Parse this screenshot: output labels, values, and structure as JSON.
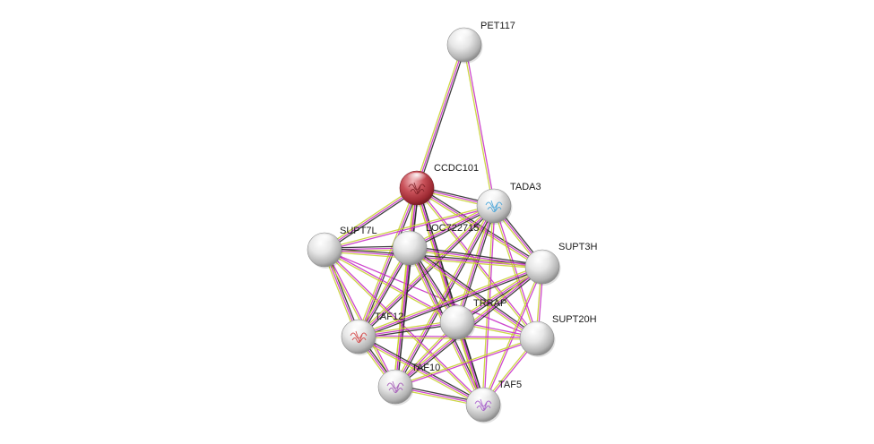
{
  "network": {
    "colors": {
      "node_gray": "#d9d9d9",
      "node_query": "#c0444c",
      "edge_black": "#2b2b2b",
      "edge_magenta": "#c832c8",
      "edge_yellow": "#c8d232",
      "label": "#1a1a1a"
    },
    "nodes": [
      {
        "id": "PET117",
        "label": "PET117",
        "style": "plain"
      },
      {
        "id": "CCDC101",
        "label": "CCDC101",
        "style": "query",
        "icon": "protein-structure-icon"
      },
      {
        "id": "TADA3",
        "label": "TADA3",
        "style": "plain",
        "icon": "protein-structure-icon"
      },
      {
        "id": "SUPT7L",
        "label": "SUPT7L",
        "style": "plain"
      },
      {
        "id": "LOC722715",
        "label": "LOC722715",
        "style": "plain"
      },
      {
        "id": "SUPT3H",
        "label": "SUPT3H",
        "style": "plain"
      },
      {
        "id": "TRRAP",
        "label": "TRRAP",
        "style": "plain"
      },
      {
        "id": "TAF12",
        "label": "TAF12",
        "style": "plain",
        "icon": "protein-structure-icon"
      },
      {
        "id": "SUPT20H",
        "label": "SUPT20H",
        "style": "plain"
      },
      {
        "id": "TAF10",
        "label": "TAF10",
        "style": "plain",
        "icon": "protein-structure-icon"
      },
      {
        "id": "TAF5",
        "label": "TAF5",
        "style": "plain",
        "icon": "protein-structure-icon"
      }
    ],
    "edges": [
      {
        "source": "PET117",
        "target": "CCDC101",
        "types": [
          "black",
          "magenta",
          "yellow"
        ]
      },
      {
        "source": "PET117",
        "target": "TADA3",
        "types": [
          "magenta",
          "yellow"
        ]
      },
      {
        "source": "CCDC101",
        "target": "TADA3",
        "types": [
          "black",
          "magenta",
          "yellow"
        ]
      },
      {
        "source": "CCDC101",
        "target": "SUPT7L",
        "types": [
          "black",
          "magenta",
          "yellow"
        ]
      },
      {
        "source": "CCDC101",
        "target": "LOC722715",
        "types": [
          "black",
          "magenta",
          "yellow"
        ]
      },
      {
        "source": "CCDC101",
        "target": "SUPT3H",
        "types": [
          "black",
          "magenta",
          "yellow"
        ]
      },
      {
        "source": "CCDC101",
        "target": "TRRAP",
        "types": [
          "black",
          "magenta",
          "yellow"
        ]
      },
      {
        "source": "CCDC101",
        "target": "TAF12",
        "types": [
          "black",
          "magenta",
          "yellow"
        ]
      },
      {
        "source": "CCDC101",
        "target": "SUPT20H",
        "types": [
          "magenta",
          "yellow"
        ]
      },
      {
        "source": "CCDC101",
        "target": "TAF10",
        "types": [
          "black",
          "magenta",
          "yellow"
        ]
      },
      {
        "source": "CCDC101",
        "target": "TAF5",
        "types": [
          "black",
          "magenta",
          "yellow"
        ]
      },
      {
        "source": "TADA3",
        "target": "SUPT7L",
        "types": [
          "magenta",
          "yellow"
        ]
      },
      {
        "source": "TADA3",
        "target": "LOC722715",
        "types": [
          "black",
          "magenta",
          "yellow"
        ]
      },
      {
        "source": "TADA3",
        "target": "SUPT3H",
        "types": [
          "black",
          "magenta",
          "yellow"
        ]
      },
      {
        "source": "TADA3",
        "target": "TRRAP",
        "types": [
          "black",
          "magenta",
          "yellow"
        ]
      },
      {
        "source": "TADA3",
        "target": "TAF12",
        "types": [
          "black",
          "magenta",
          "yellow"
        ]
      },
      {
        "source": "TADA3",
        "target": "SUPT20H",
        "types": [
          "magenta",
          "yellow"
        ]
      },
      {
        "source": "TADA3",
        "target": "TAF10",
        "types": [
          "black",
          "magenta",
          "yellow"
        ]
      },
      {
        "source": "TADA3",
        "target": "TAF5",
        "types": [
          "magenta",
          "yellow"
        ]
      },
      {
        "source": "SUPT7L",
        "target": "LOC722715",
        "types": [
          "black",
          "magenta",
          "yellow"
        ]
      },
      {
        "source": "SUPT7L",
        "target": "SUPT3H",
        "types": [
          "black",
          "magenta",
          "yellow"
        ]
      },
      {
        "source": "SUPT7L",
        "target": "TRRAP",
        "types": [
          "magenta",
          "yellow"
        ]
      },
      {
        "source": "SUPT7L",
        "target": "TAF12",
        "types": [
          "black",
          "magenta",
          "yellow"
        ]
      },
      {
        "source": "SUPT7L",
        "target": "TAF10",
        "types": [
          "magenta",
          "yellow"
        ]
      },
      {
        "source": "SUPT7L",
        "target": "TAF5",
        "types": [
          "magenta",
          "yellow"
        ]
      },
      {
        "source": "SUPT7L",
        "target": "SUPT20H",
        "types": [
          "magenta"
        ]
      },
      {
        "source": "LOC722715",
        "target": "SUPT3H",
        "types": [
          "black",
          "magenta",
          "yellow"
        ]
      },
      {
        "source": "LOC722715",
        "target": "TRRAP",
        "types": [
          "black",
          "magenta",
          "yellow"
        ]
      },
      {
        "source": "LOC722715",
        "target": "TAF12",
        "types": [
          "black",
          "magenta",
          "yellow"
        ]
      },
      {
        "source": "LOC722715",
        "target": "SUPT20H",
        "types": [
          "black",
          "magenta",
          "yellow"
        ]
      },
      {
        "source": "LOC722715",
        "target": "TAF10",
        "types": [
          "black",
          "magenta",
          "yellow"
        ]
      },
      {
        "source": "LOC722715",
        "target": "TAF5",
        "types": [
          "black",
          "magenta",
          "yellow"
        ]
      },
      {
        "source": "SUPT3H",
        "target": "TRRAP",
        "types": [
          "black",
          "magenta",
          "yellow"
        ]
      },
      {
        "source": "SUPT3H",
        "target": "TAF12",
        "types": [
          "black",
          "magenta",
          "yellow"
        ]
      },
      {
        "source": "SUPT3H",
        "target": "SUPT20H",
        "types": [
          "magenta",
          "yellow"
        ]
      },
      {
        "source": "SUPT3H",
        "target": "TAF10",
        "types": [
          "black",
          "magenta",
          "yellow"
        ]
      },
      {
        "source": "SUPT3H",
        "target": "TAF5",
        "types": [
          "magenta",
          "yellow"
        ]
      },
      {
        "source": "TRRAP",
        "target": "TAF12",
        "types": [
          "black",
          "magenta",
          "yellow"
        ]
      },
      {
        "source": "TRRAP",
        "target": "SUPT20H",
        "types": [
          "magenta",
          "yellow"
        ]
      },
      {
        "source": "TRRAP",
        "target": "TAF10",
        "types": [
          "magenta",
          "yellow"
        ]
      },
      {
        "source": "TRRAP",
        "target": "TAF5",
        "types": [
          "black",
          "magenta",
          "yellow"
        ]
      },
      {
        "source": "TAF12",
        "target": "SUPT20H",
        "types": [
          "magenta",
          "yellow"
        ]
      },
      {
        "source": "TAF12",
        "target": "TAF10",
        "types": [
          "black",
          "magenta",
          "yellow"
        ]
      },
      {
        "source": "TAF12",
        "target": "TAF5",
        "types": [
          "black",
          "magenta",
          "yellow"
        ]
      },
      {
        "source": "SUPT20H",
        "target": "TAF10",
        "types": [
          "magenta",
          "yellow"
        ]
      },
      {
        "source": "SUPT20H",
        "target": "TAF5",
        "types": [
          "magenta",
          "yellow"
        ]
      },
      {
        "source": "TAF10",
        "target": "TAF5",
        "types": [
          "black",
          "magenta",
          "yellow"
        ]
      }
    ]
  }
}
